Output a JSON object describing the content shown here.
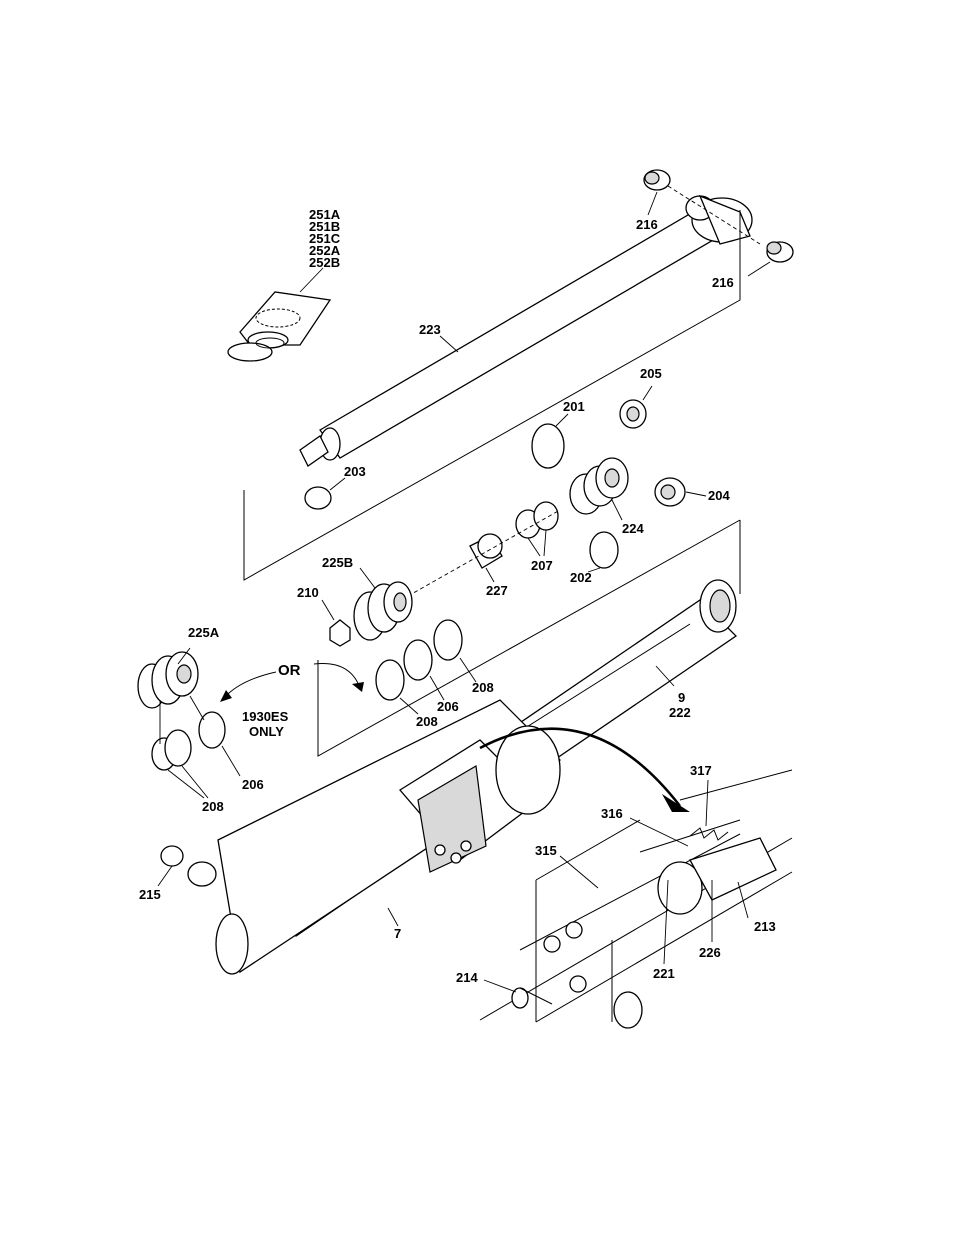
{
  "callouts": {
    "c251a": "251A",
    "c251b": "251B",
    "c251c": "251C",
    "c252a": "252A",
    "c252b": "252B",
    "c216a": "216",
    "c216b": "216",
    "c223": "223",
    "c205": "205",
    "c201": "201",
    "c203": "203",
    "c204": "204",
    "c224": "224",
    "c225b": "225B",
    "c207": "207",
    "c202": "202",
    "c227": "227",
    "c210": "210",
    "c225a": "225A",
    "c208a": "208",
    "c208b": "208",
    "c208c": "208",
    "c206a": "206",
    "c206b": "206",
    "c9": "9",
    "c222": "222",
    "c317": "317",
    "c316": "316",
    "c315": "315",
    "c215": "215",
    "c7": "7",
    "c213": "213",
    "c226": "226",
    "c221": "221",
    "c214": "214"
  },
  "labels": {
    "or": "OR",
    "note_line1": "1930ES",
    "note_line2": "ONLY"
  }
}
